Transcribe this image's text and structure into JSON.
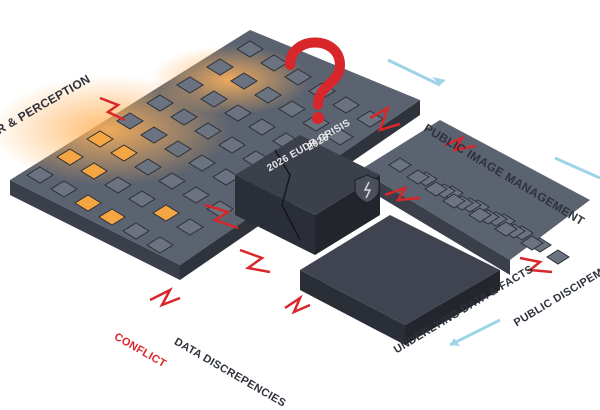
{
  "labels": {
    "pr_perception": "PR & PERCEPTION",
    "public_image": "PUBLIC IMAGE MANAGEMENT",
    "crisis_year": "2026",
    "crisis_title": "2026 EUDR CRISIS",
    "conflict": "CONFLICT",
    "data_discrepancies": "DATA DISCREPENCIES",
    "underlying_data": "UNDERLYING DATA & FACTS",
    "public_discipline": "PUBLIC DISCIPEME"
  },
  "icons": {
    "perception_grid": [
      "pin-icon",
      "chat-bubble-icon",
      "chat-icon",
      "check-icon",
      "chat-dots-icon",
      "microphone-icon",
      "email-icon",
      "globe-icon",
      "fingerprint-icon",
      "presentation-icon",
      "network-icon"
    ],
    "data_block": [
      "document-icon",
      "tree-icon",
      "warning-icon",
      "chart-icon",
      "network-icon",
      "grid-icon"
    ],
    "image_grid": [
      "gear-icon",
      "globe-icon",
      "arrow-icon",
      "target-icon",
      "fingerprint-icon"
    ]
  },
  "colors": {
    "tile": "#5c6370",
    "tile_dark": "#3a3f4a",
    "tile_glow": "#f5a642",
    "accent_red": "#d8262b",
    "connector": "#8fd0e8",
    "arrow": "#9fd3e8"
  }
}
